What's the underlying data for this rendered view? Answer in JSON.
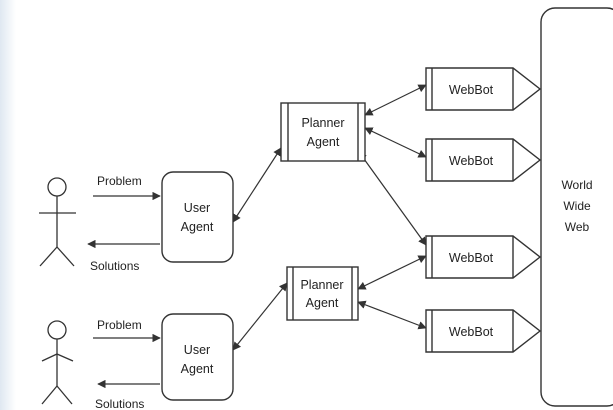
{
  "colors": {
    "stroke": "#333333",
    "text": "#222222",
    "background": "#ffffff",
    "edge_tint": "#dfe8f1"
  },
  "world_wide_web": {
    "lines": [
      "World",
      "Wide",
      "Web"
    ]
  },
  "user_agents": [
    {
      "lines": [
        "User",
        "Agent"
      ]
    },
    {
      "lines": [
        "User",
        "Agent"
      ]
    }
  ],
  "planner_agents": [
    {
      "lines": [
        "Planner",
        "Agent"
      ]
    },
    {
      "lines": [
        "Planner",
        "Agent"
      ]
    }
  ],
  "webbots": [
    {
      "label": "WebBot"
    },
    {
      "label": "WebBot"
    },
    {
      "label": "WebBot"
    },
    {
      "label": "WebBot"
    }
  ],
  "flows": [
    {
      "problem": "Problem",
      "solutions": "Solutions"
    },
    {
      "problem": "Problem",
      "solutions": "Solutions"
    }
  ]
}
